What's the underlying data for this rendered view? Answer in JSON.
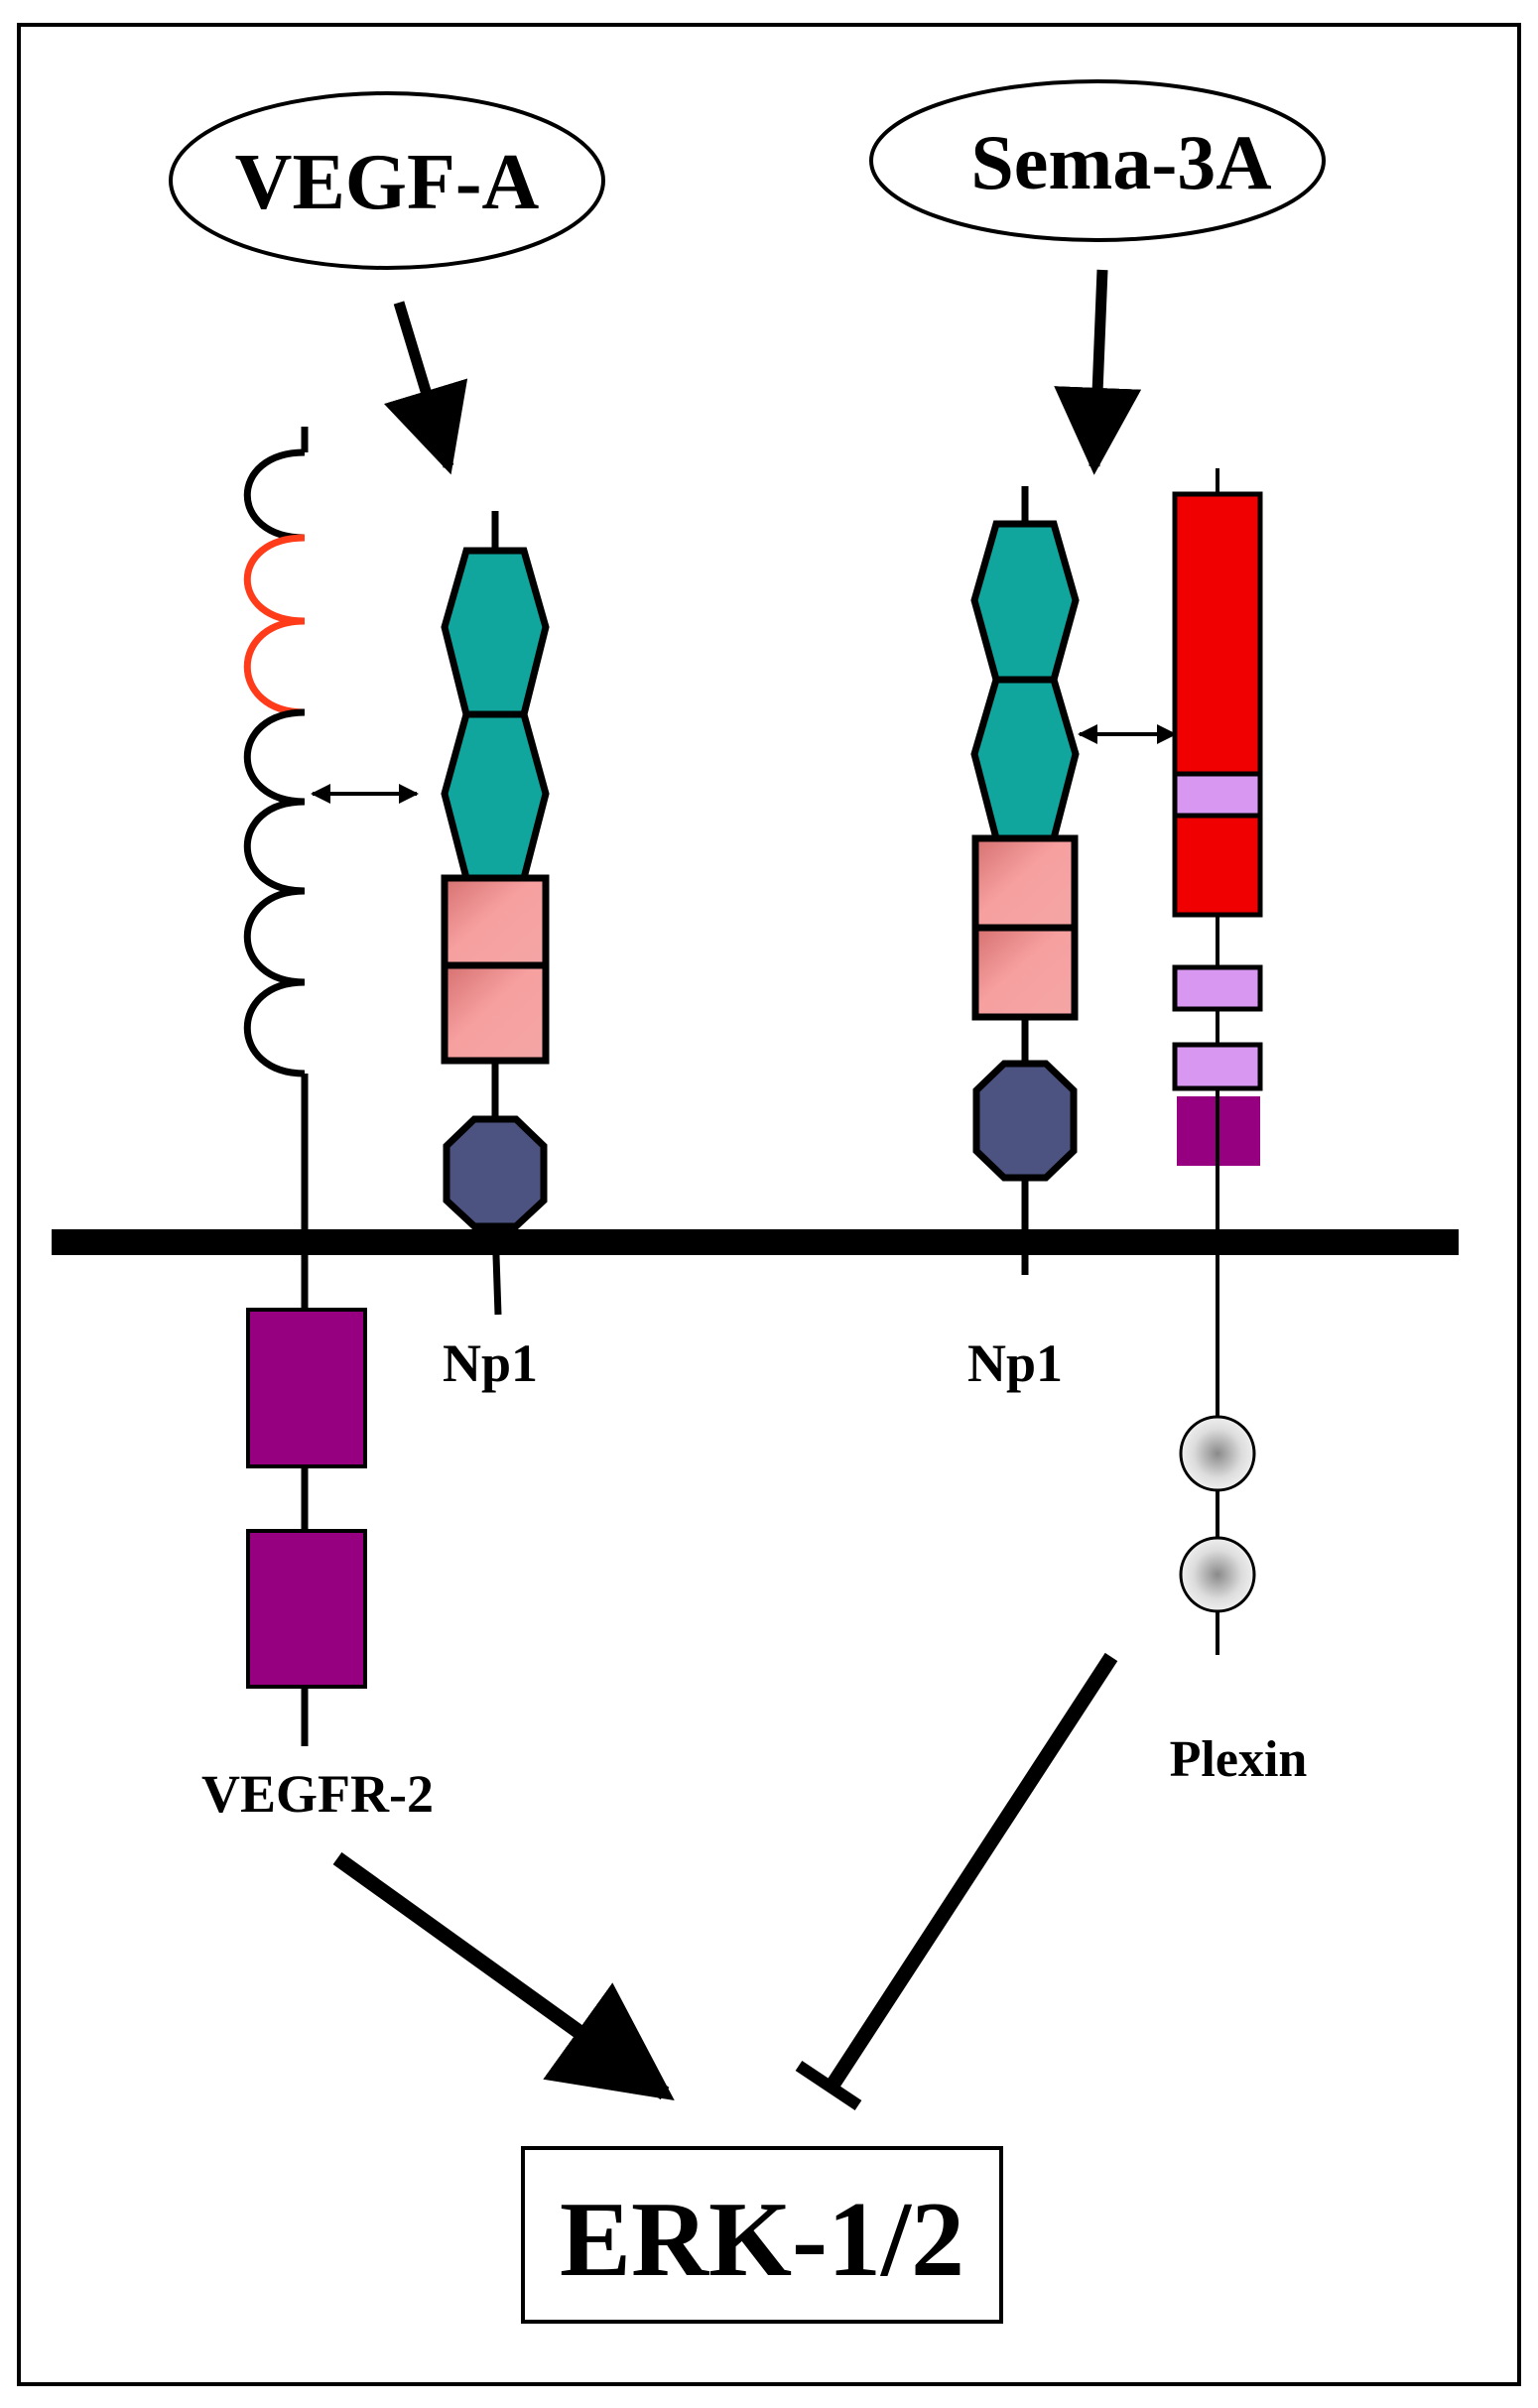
{
  "ligands": {
    "vegf": "VEGF-A",
    "sema": "Sema-3A"
  },
  "receptors": {
    "vegfr2": "VEGFR-2",
    "np1_left": "Np1",
    "np1_right": "Np1",
    "plexin": "Plexin"
  },
  "output": {
    "erk": "ERK-1/2"
  },
  "colors": {
    "teal": "#11a69d",
    "salmon": "#f49a9a",
    "navy": "#4c5380",
    "purple": "#960080",
    "red": "#f00000",
    "lilac": "#d897f0",
    "orange": "#ff4000",
    "grey": "#e8e8e8"
  }
}
